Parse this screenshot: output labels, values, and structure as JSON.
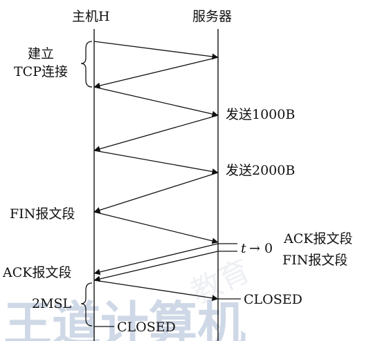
{
  "host_label": "主机H",
  "server_label": "服务器",
  "setup_label_line1": "建立",
  "setup_label_line2": "TCP连接",
  "send1_label": "发送1000B",
  "send2_label": "发送2000B",
  "fin_host_label": "FIN报文段",
  "t_label": "t",
  "t_arrow_label": "→ 0",
  "server_ack_label": "ACK报文段",
  "server_fin_label": "FIN报文段",
  "host_ack_label": "ACK报文段",
  "msl_label": "2MSL",
  "server_closed_label": "CLOSED",
  "host_closed_label": "CLOSED",
  "watermark_bottom": "王道计算机",
  "watermark_faint": "教育"
}
